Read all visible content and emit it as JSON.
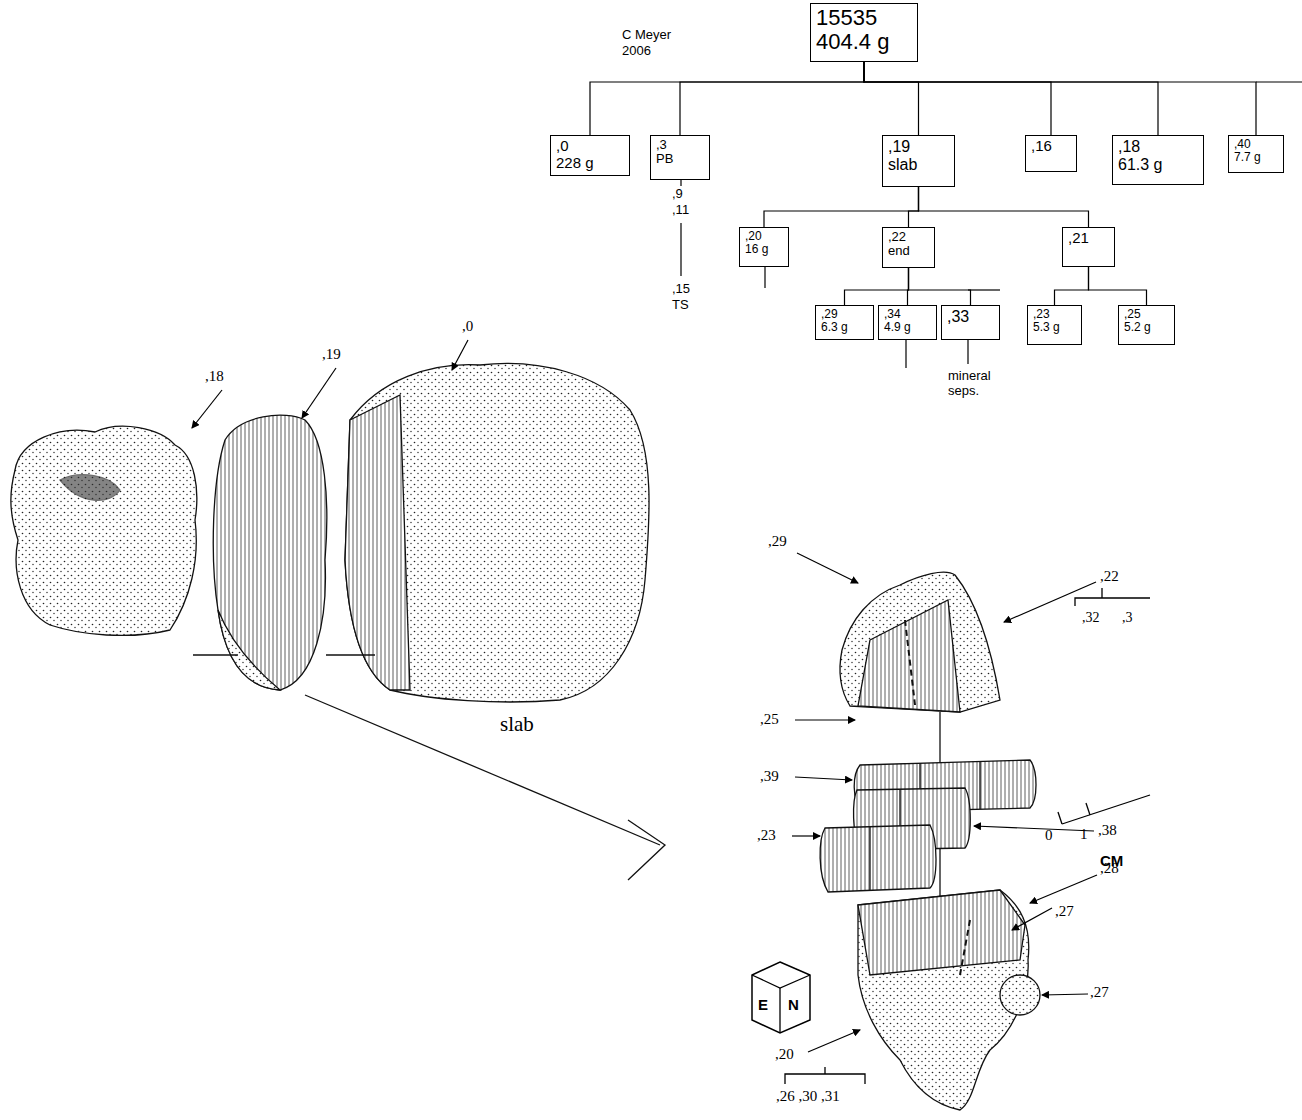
{
  "diagram": {
    "nodes": [
      {
        "text": [
          "15535",
          "404.4 g"
        ]
      },
      {
        "text": [
          ",0",
          "228 g"
        ]
      },
      {
        "text": [
          ",3",
          "PB"
        ]
      },
      {
        "text": [
          ",19",
          "slab"
        ]
      },
      {
        "text": [
          ",16"
        ]
      },
      {
        "text": [
          ",18",
          "61.3 g"
        ]
      },
      {
        "text": [
          ",40",
          "7.7 g"
        ]
      },
      {
        "text": [
          ",20",
          "16 g"
        ]
      },
      {
        "text": [
          ",22",
          "end"
        ]
      },
      {
        "text": [
          ",21"
        ]
      },
      {
        "text": [
          ",29",
          "6.3 g"
        ]
      },
      {
        "text": [
          ",34",
          "4.9 g"
        ]
      },
      {
        "text": [
          ",33"
        ]
      },
      {
        "text": [
          ",23",
          "5.3 g"
        ]
      },
      {
        "text": [
          ",25",
          "5.2 g"
        ]
      }
    ],
    "edges": [
      {
        "from": 0,
        "to": 1,
        "arrow": "none"
      },
      {
        "from": 0,
        "to": 2,
        "arrow": "none"
      },
      {
        "from": 0,
        "to": 3,
        "arrow": "none"
      },
      {
        "from": 0,
        "to": 4,
        "arrow": "none"
      },
      {
        "from": 0,
        "to": 5,
        "arrow": "none"
      },
      {
        "from": 0,
        "to": 6,
        "arrow": "none"
      },
      {
        "from": 3,
        "to": 7,
        "arrow": "none"
      },
      {
        "from": 3,
        "to": 8,
        "arrow": "none"
      },
      {
        "from": 3,
        "to": 9,
        "arrow": "none"
      },
      {
        "from": 8,
        "to": 10,
        "arrow": "none"
      },
      {
        "from": 8,
        "to": 11,
        "arrow": "none"
      },
      {
        "from": 8,
        "to": 12,
        "arrow": "none"
      },
      {
        "from": 9,
        "to": 13,
        "arrow": "none"
      },
      {
        "from": 9,
        "to": 14,
        "arrow": "none"
      }
    ],
    "labels": [
      "C Meyer",
      "2006",
      ",9",
      ",11",
      ",15",
      "TS",
      "mineral seps.",
      ",18",
      ",19",
      ",0",
      "slab",
      ",29",
      ",22",
      ",32",
      ",3",
      ",25",
      ",39",
      ",38",
      ",23",
      "0",
      "1",
      "CM",
      ",27",
      ",28",
      ",27",
      ",20",
      ",26 ,30 ,31",
      "E",
      "N"
    ]
  }
}
